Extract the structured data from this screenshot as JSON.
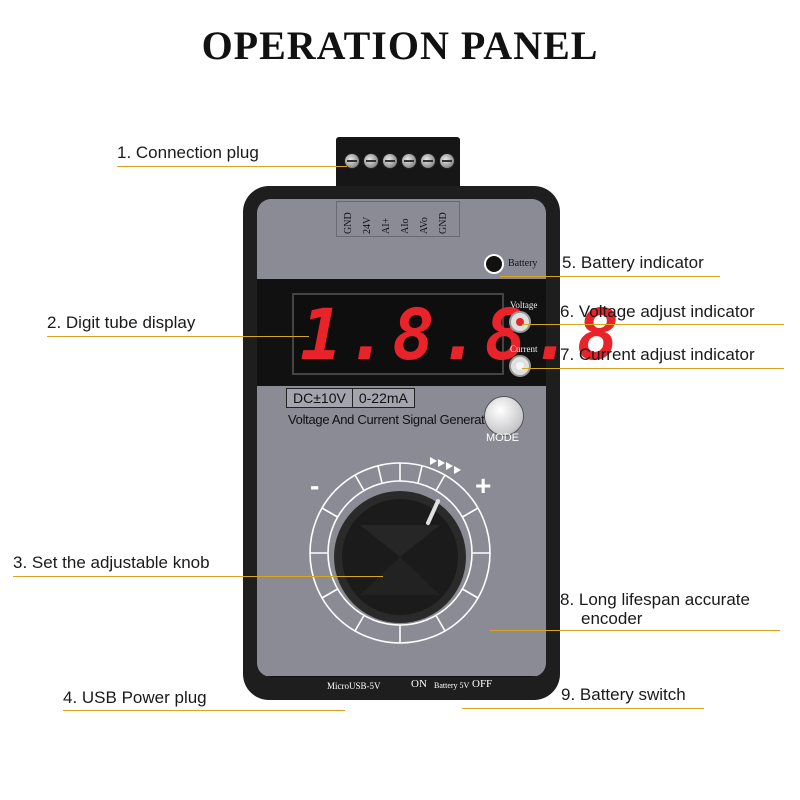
{
  "title": "OPERATION PANEL",
  "callouts": {
    "c1": "1. Connection plug",
    "c2": "2. Digit tube display",
    "c3": "3. Set the adjustable knob",
    "c4": "4. USB Power plug",
    "c5": "5. Battery indicator",
    "c6": "6. Voltage adjust indicator",
    "c7": "7. Current adjust indicator",
    "c8_line1": "8. Long lifespan accurate",
    "c8_line2": "encoder",
    "c9": "9. Battery switch"
  },
  "device": {
    "terminals": [
      "GND",
      "24V",
      "AI+",
      "AIo",
      "AVo",
      "GND"
    ],
    "battery_label": "Battery",
    "display_value": "1.8.8.8",
    "voltage_label": "Voltage",
    "current_label": "Current",
    "spec_left": "DC±10V",
    "spec_right": "0-22mA",
    "subtitle": "Voltage And Current Signal Generator",
    "mode_label": "MODE",
    "minus": "-",
    "plus": "+",
    "usb_label": "MicroUSB-5V",
    "on_label": "ON",
    "battery_5v_label": "Battery 5V",
    "off_label": "OFF"
  },
  "colors": {
    "accent_line": "#d9a520",
    "face": "#8b8b96",
    "display_red": "#e8242a",
    "voltage_led": "#e8242a"
  }
}
